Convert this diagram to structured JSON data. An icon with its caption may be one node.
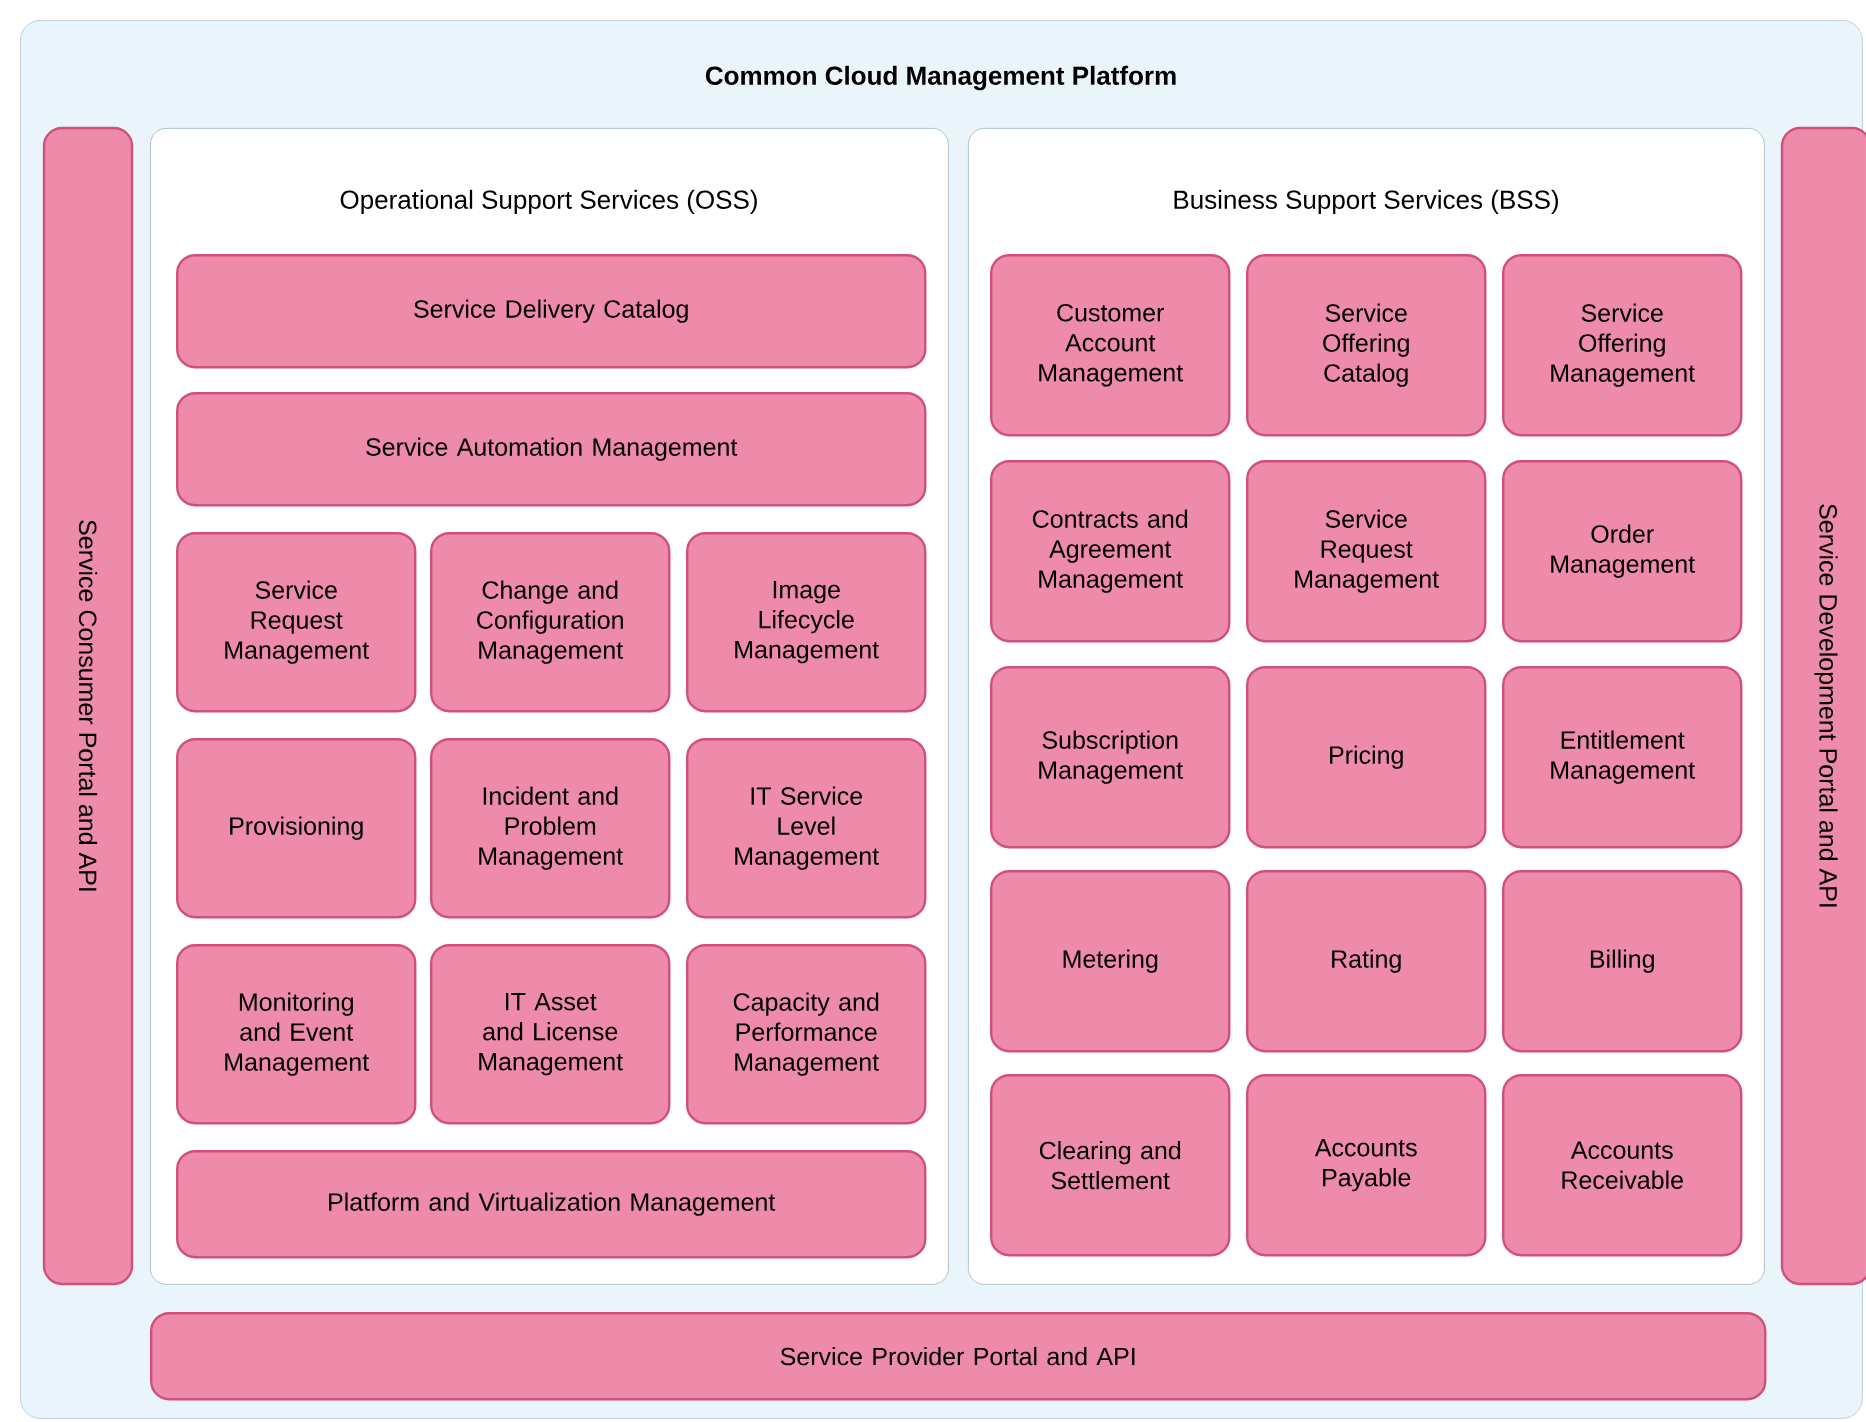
{
  "diagram": {
    "nodes": [
      {
        "text": [
          "Common Cloud Management Platform"
        ]
      },
      {
        "text": [
          "Service Consumer Portal and API"
        ],
        "in": 0
      },
      {
        "text": [
          "Operational Support Services (OSS)"
        ],
        "in": 0
      },
      {
        "text": [
          "Service Delivery Catalog"
        ],
        "in": 2
      },
      {
        "text": [
          "Service Automation Management"
        ],
        "in": 2
      },
      {
        "text": [
          "Service Request Management"
        ],
        "in": 2
      },
      {
        "text": [
          "Change and Configuration Management"
        ],
        "in": 2
      },
      {
        "text": [
          "Image Lifecycle Management"
        ],
        "in": 2
      },
      {
        "text": [
          "Provisioning"
        ],
        "in": 2
      },
      {
        "text": [
          "Incident and Problem Management"
        ],
        "in": 2
      },
      {
        "text": [
          "IT Service Level Management"
        ],
        "in": 2
      },
      {
        "text": [
          "Monitoring and Event Management"
        ],
        "in": 2
      },
      {
        "text": [
          "IT Asset and License Management"
        ],
        "in": 2
      },
      {
        "text": [
          "Capacity and Performance Management"
        ],
        "in": 2
      },
      {
        "text": [
          "Platform and Virtualization Management"
        ],
        "in": 2
      },
      {
        "text": [
          "Business Support Services (BSS)"
        ],
        "in": 0
      },
      {
        "text": [
          "Customer Account Management"
        ],
        "in": 15
      },
      {
        "text": [
          "Service Offering Catalog"
        ],
        "in": 15
      },
      {
        "text": [
          "Service Offering Management"
        ],
        "in": 15
      },
      {
        "text": [
          "Contracts and Agreement Management"
        ],
        "in": 15
      },
      {
        "text": [
          "Service Request Management"
        ],
        "in": 15
      },
      {
        "text": [
          "Order Management"
        ],
        "in": 15
      },
      {
        "text": [
          "Subscription Management"
        ],
        "in": 15
      },
      {
        "text": [
          "Pricing"
        ],
        "in": 15
      },
      {
        "text": [
          "Entitlement Management"
        ],
        "in": 15
      },
      {
        "text": [
          "Metering"
        ],
        "in": 15
      },
      {
        "text": [
          "Rating"
        ],
        "in": 15
      },
      {
        "text": [
          "Billing"
        ],
        "in": 15
      },
      {
        "text": [
          "Clearing and Settlement"
        ],
        "in": 15
      },
      {
        "text": [
          "Accounts Payable"
        ],
        "in": 15
      },
      {
        "text": [
          "Accounts Receivable"
        ],
        "in": 15
      },
      {
        "text": [
          "Service Development Portal and API"
        ],
        "in": 0
      },
      {
        "text": [
          "Service Provider Portal and API"
        ],
        "in": 0
      }
    ]
  }
}
